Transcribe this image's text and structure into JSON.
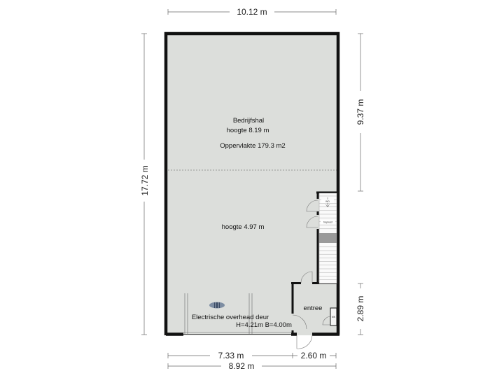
{
  "dimensions": {
    "top_width": "10.12 m",
    "left_height": "17.72 m",
    "right_upper": "9.37 m",
    "right_lower": "2.89 m",
    "bottom_left": "7.33 m",
    "bottom_right": "2.60 m",
    "bottom_total": "8.92 m"
  },
  "rooms": {
    "hall_name": "Bedrijfshal",
    "hall_height_upper": "hoogte 8.19  m",
    "hall_area": "Oppervlakte 179.3 m2",
    "hall_height_lower": "hoogte 4.97 m",
    "door_label": "Electrische  overhead deur",
    "door_size": "H=4.21m B=4.00m",
    "entrance": "entree"
  },
  "stair_labels": {
    "top": "WD",
    "middle": "trapkast",
    "entrance_box": "MK"
  },
  "colors": {
    "floor": "#dcdedb",
    "wall": "#111111",
    "dim_line": "#666666"
  }
}
